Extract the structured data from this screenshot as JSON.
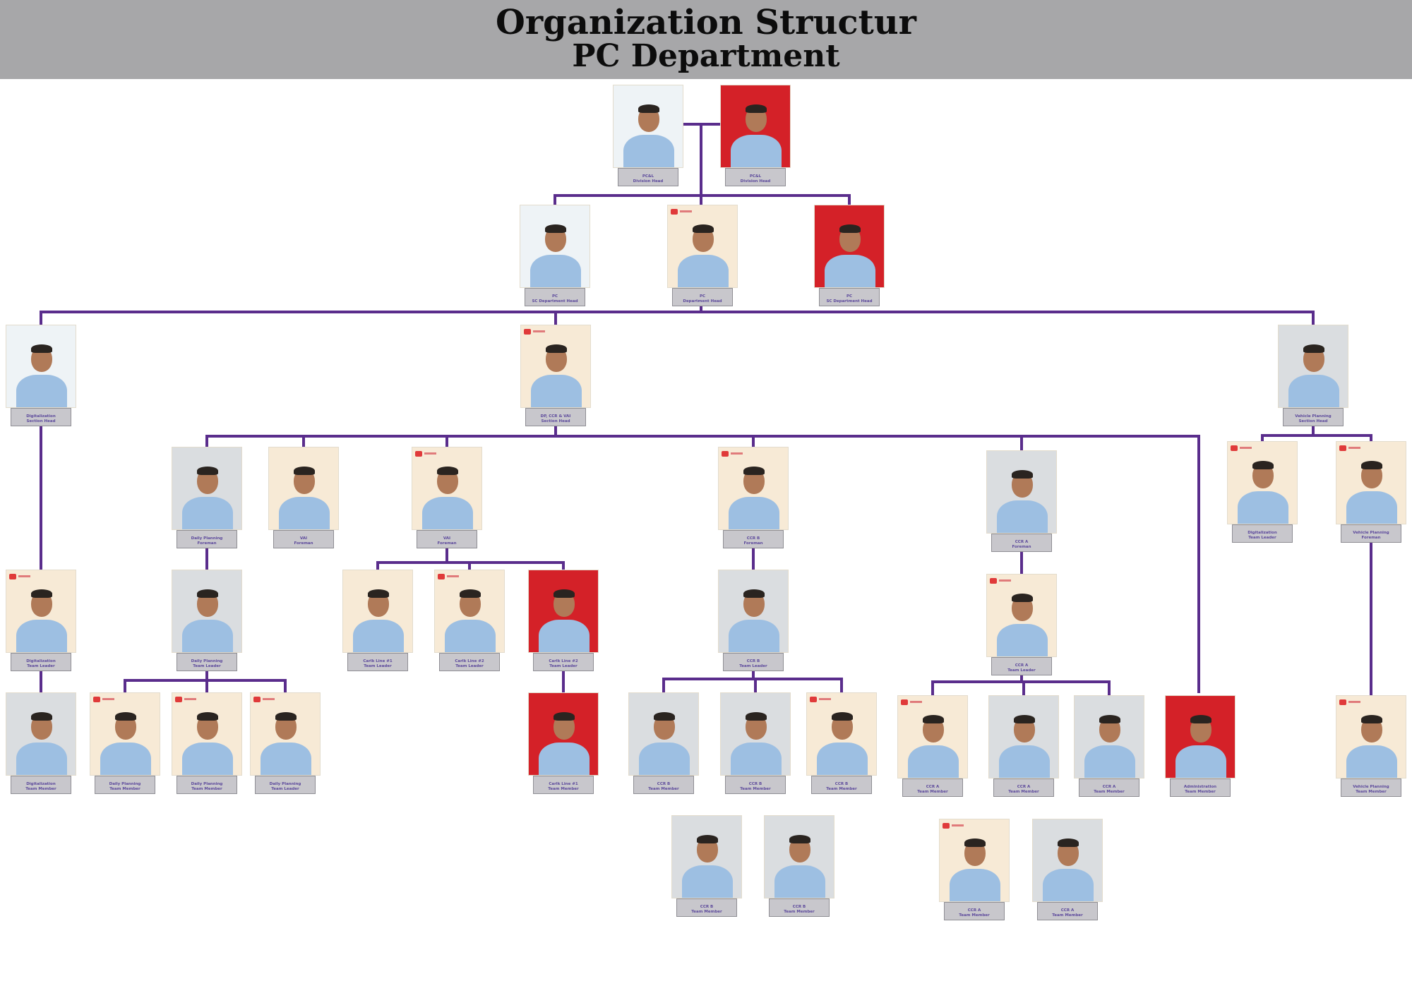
{
  "title": {
    "line1": "Organization Structur",
    "line2": "PC Department"
  },
  "line_color": "#5a2d8c",
  "nodes": [
    {
      "id": "n1",
      "name": "",
      "dept": "PC&L",
      "role": "Division Head",
      "photo": "white",
      "logo": false
    },
    {
      "id": "n2",
      "name": "",
      "dept": "PC&L",
      "role": "Division Head",
      "photo": "red",
      "logo": false
    },
    {
      "id": "n3",
      "name": "",
      "dept": "PC",
      "role": "SC Department Head",
      "photo": "white",
      "logo": false
    },
    {
      "id": "n4",
      "name": "",
      "dept": "PC",
      "role": "Department Head",
      "photo": "cream",
      "logo": true
    },
    {
      "id": "n5",
      "name": "",
      "dept": "PC",
      "role": "SC Department Head",
      "photo": "red",
      "logo": false
    },
    {
      "id": "n6",
      "name": "",
      "dept": "Digitalization",
      "role": "Section Head",
      "photo": "white",
      "logo": false
    },
    {
      "id": "n7",
      "name": "",
      "dept": "DP, CCR & VAI",
      "role": "Section Head",
      "photo": "cream",
      "logo": true
    },
    {
      "id": "n8",
      "name": "",
      "dept": "Vehicle Planning",
      "role": "Section Head",
      "photo": "office",
      "logo": false
    },
    {
      "id": "n9",
      "name": "",
      "dept": "Daily Planning",
      "role": "Foreman",
      "photo": "office",
      "logo": false
    },
    {
      "id": "n10",
      "name": "",
      "dept": "VAI",
      "role": "Foreman",
      "photo": "cream",
      "logo": false
    },
    {
      "id": "n11",
      "name": "",
      "dept": "VAI",
      "role": "Foreman",
      "photo": "cream",
      "logo": true
    },
    {
      "id": "n12",
      "name": "",
      "dept": "CCR B",
      "role": "Foreman",
      "photo": "cream",
      "logo": true
    },
    {
      "id": "n13",
      "name": "",
      "dept": "CCR A",
      "role": "Foreman",
      "photo": "office",
      "logo": false
    },
    {
      "id": "n14",
      "name": "",
      "dept": "Digitalization",
      "role": "Team Leader",
      "photo": "cream",
      "logo": true
    },
    {
      "id": "n15",
      "name": "",
      "dept": "Vehicle Planning",
      "role": "Foreman",
      "photo": "cream",
      "logo": true
    },
    {
      "id": "n16",
      "name": "",
      "dept": "Digitalization",
      "role": "Team Leader",
      "photo": "cream",
      "logo": true
    },
    {
      "id": "n17",
      "name": "",
      "dept": "Daily Planning",
      "role": "Team Leader",
      "photo": "office",
      "logo": false
    },
    {
      "id": "n18",
      "name": "",
      "dept": "Carlk Line #1",
      "role": "Team Leader",
      "photo": "cream",
      "logo": false
    },
    {
      "id": "n19",
      "name": "",
      "dept": "Carlk Line #2",
      "role": "Team Leader",
      "photo": "cream",
      "logo": true
    },
    {
      "id": "n20",
      "name": "",
      "dept": "Carlk Line #2",
      "role": "Team Leader",
      "photo": "red",
      "logo": false
    },
    {
      "id": "n21",
      "name": "",
      "dept": "CCR B",
      "role": "Team Leader",
      "photo": "office",
      "logo": false
    },
    {
      "id": "n22",
      "name": "",
      "dept": "CCR A",
      "role": "Team Leader",
      "photo": "cream",
      "logo": true
    },
    {
      "id": "n23",
      "name": "",
      "dept": "Digitalization",
      "role": "Team Member",
      "photo": "office",
      "logo": false
    },
    {
      "id": "n24",
      "name": "",
      "dept": "Daily Planning",
      "role": "Team Member",
      "photo": "cream",
      "logo": true
    },
    {
      "id": "n25",
      "name": "",
      "dept": "Daily Planning",
      "role": "Team Member",
      "photo": "cream",
      "logo": true
    },
    {
      "id": "n26",
      "name": "",
      "dept": "Daily Planning",
      "role": "Team Leader",
      "photo": "cream",
      "logo": true
    },
    {
      "id": "n27",
      "name": "",
      "dept": "Carlk Line #1",
      "role": "Team Member",
      "photo": "red",
      "logo": false
    },
    {
      "id": "n28",
      "name": "",
      "dept": "CCR B",
      "role": "Team Member",
      "photo": "office",
      "logo": false
    },
    {
      "id": "n29",
      "name": "",
      "dept": "CCR B",
      "role": "Team Member",
      "photo": "office",
      "logo": false
    },
    {
      "id": "n30",
      "name": "",
      "dept": "CCR B",
      "role": "Team Member",
      "photo": "cream",
      "logo": true
    },
    {
      "id": "n31",
      "name": "",
      "dept": "CCR A",
      "role": "Team Member",
      "photo": "cream",
      "logo": true
    },
    {
      "id": "n32",
      "name": "",
      "dept": "CCR A",
      "role": "Team Member",
      "photo": "office",
      "logo": false
    },
    {
      "id": "n33",
      "name": "",
      "dept": "CCR A",
      "role": "Team Member",
      "photo": "office",
      "logo": false
    },
    {
      "id": "n34",
      "name": "",
      "dept": "Administration",
      "role": "Team Member",
      "photo": "red",
      "logo": false
    },
    {
      "id": "n35",
      "name": "",
      "dept": "Vehicle Planning",
      "role": "Team Member",
      "photo": "cream",
      "logo": true
    },
    {
      "id": "n36",
      "name": "",
      "dept": "CCR B",
      "role": "Team Member",
      "photo": "office",
      "logo": false
    },
    {
      "id": "n37",
      "name": "",
      "dept": "CCR B",
      "role": "Team Member",
      "photo": "office",
      "logo": false
    },
    {
      "id": "n38",
      "name": "",
      "dept": "CCR A",
      "role": "Team Member",
      "photo": "cream",
      "logo": true
    },
    {
      "id": "n39",
      "name": "",
      "dept": "CCR A",
      "role": "Team Member",
      "photo": "office",
      "logo": false
    }
  ]
}
